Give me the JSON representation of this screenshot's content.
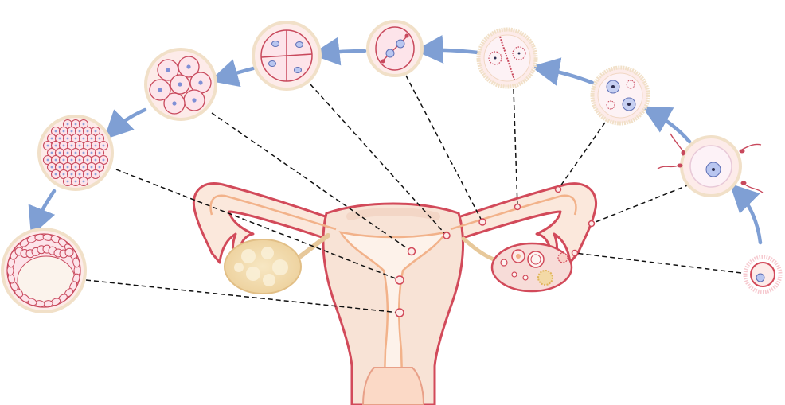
{
  "diagram": {
    "subject": "",
    "palette": {
      "uterus_outline": "#d24a5a",
      "uterus_fill": "#f8e3d6",
      "tube_fill": "#fbe8dc",
      "inner_lining": "#f2b28a",
      "ovary_fill": "#f7dcd8",
      "corpus_luteum": "#f3d9a6",
      "stage_circle_fill": "#fdebe9",
      "stage_circle_ring": "#f1e0c8",
      "arrow": "#7f9fd4",
      "dashed_line": "#111111",
      "nucleus": "#8f9fd9",
      "cell_outline": "#c8485c"
    },
    "stages": [
      {
        "id": "ovulated-oocyte",
        "icon": "oocyte-icon"
      },
      {
        "id": "fertilization",
        "icon": "sperm-oocyte-icon"
      },
      {
        "id": "pronuclei",
        "icon": "pronuclei-icon"
      },
      {
        "id": "first-cleavage-spindle",
        "icon": "spindle-icon"
      },
      {
        "id": "two-cell",
        "icon": "two-cell-icon"
      },
      {
        "id": "four-cell",
        "icon": "four-cell-icon"
      },
      {
        "id": "eight-cell",
        "icon": "eight-cell-icon"
      },
      {
        "id": "morula",
        "icon": "morula-icon"
      },
      {
        "id": "blastocyst",
        "icon": "blastocyst-icon"
      }
    ]
  }
}
